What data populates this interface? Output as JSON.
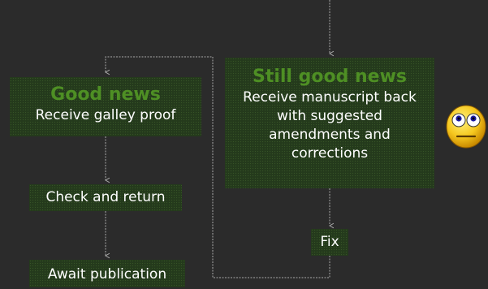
{
  "nodes": {
    "good": {
      "title": "Good news",
      "text": "Receive galley proof"
    },
    "still": {
      "title": "Still good news",
      "text": "Receive manuscript back with suggested amendments and corrections"
    },
    "check": {
      "text": "Check and return"
    },
    "fix": {
      "text": "Fix"
    },
    "await": {
      "text": "Await publication"
    }
  },
  "emoji": {
    "icon": "rolling-eyes-face-icon"
  },
  "colors": {
    "background": "#2b2b2b",
    "node_fill": "#243a1c",
    "title_text": "#4e8f24",
    "body_text": "#ffffff",
    "connector": "#a8a8a8"
  }
}
